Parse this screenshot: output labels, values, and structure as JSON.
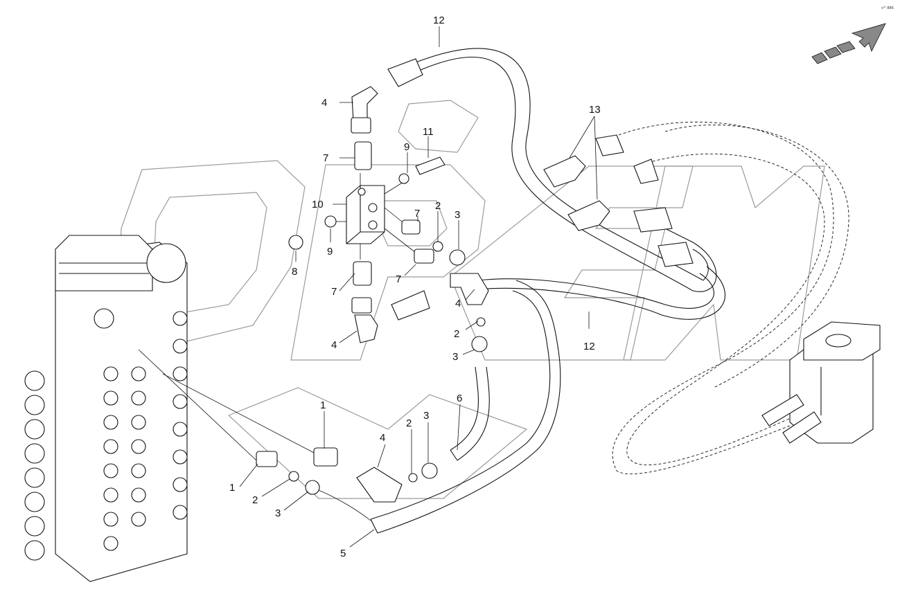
{
  "corner_mark": "s²² 886",
  "callouts": {
    "c12_top": "12",
    "c12_bottom": "12",
    "c13": "13",
    "c4_top": "4",
    "c4_mid": "4",
    "c4_low": "4",
    "c4_bottom": "4",
    "c7_a": "7",
    "c7_b": "7",
    "c7_c": "7",
    "c7_d": "7",
    "c9_a": "9",
    "c9_b": "9",
    "c11": "11",
    "c10": "10",
    "c2_a": "2",
    "c2_b": "2",
    "c2_c": "2",
    "c2_d": "2",
    "c3_a": "3",
    "c3_b": "3",
    "c3_c": "3",
    "c3_d": "3",
    "c8": "8",
    "c1_a": "1",
    "c1_b": "1",
    "c6": "6",
    "c5": "5"
  },
  "icons": [
    "direction-arrow-icon",
    "watermark-logo"
  ],
  "colors": {
    "line": "#111111",
    "watermark": "#9a9a9a",
    "hatch": "#888888"
  }
}
